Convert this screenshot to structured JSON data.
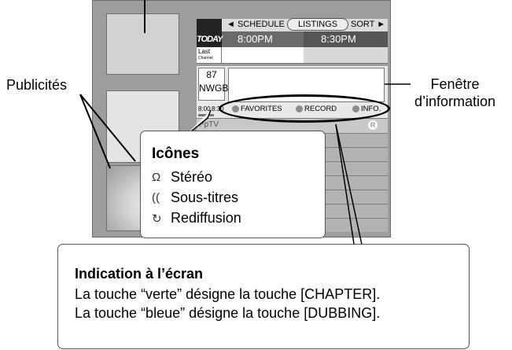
{
  "guide": {
    "nav": {
      "schedule": "◄ SCHEDULE",
      "listings": "LISTINGS",
      "sort": "SORT ►"
    },
    "today": "TODAY",
    "times": [
      "8:00PM",
      "8:30PM"
    ],
    "last_channel": {
      "line1": "Last",
      "line2": "Channel"
    },
    "channel": {
      "number": "87",
      "name": "NWGB"
    },
    "time_range": {
      "start": "8:00",
      "end": "8:30"
    },
    "buttons": {
      "favorites": "FAVORITES",
      "record": "RECORD",
      "info": "INFO."
    },
    "ppv": "PpTV",
    "r_badge": "R"
  },
  "labels": {
    "publicites": "Publicités",
    "fenetre_line1": "Fenêtre",
    "fenetre_line2": "d’information"
  },
  "icons_legend": {
    "title": "Icônes",
    "items": [
      {
        "icon": "headphones-icon",
        "label": "Stéréo"
      },
      {
        "icon": "closed-caption-icon",
        "label": "Sous-titres"
      },
      {
        "icon": "rerun-icon",
        "label": "Rediffusion"
      }
    ]
  },
  "indication": {
    "title": "Indication à l’écran",
    "lines": [
      "La touche “verte” désigne la touche [CHAPTER].",
      "La touche “bleue” désigne la touche [DUBBING]."
    ]
  }
}
